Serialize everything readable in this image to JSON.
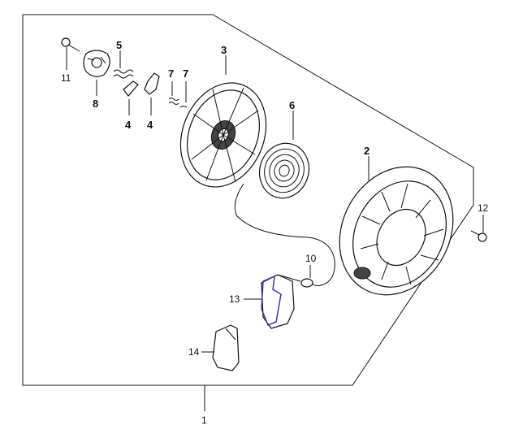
{
  "callouts": {
    "c1": "1",
    "c2": "2",
    "c3": "3",
    "c4a": "4",
    "c4b": "4",
    "c5": "5",
    "c6": "6",
    "c7a": "7",
    "c7b": "7",
    "c8": "8",
    "c10": "10",
    "c11": "11",
    "c12": "12",
    "c13": "13",
    "c14": "14"
  },
  "colors": {
    "line": "#111111",
    "part_fill": "#ffffff",
    "dark_fill": "#444444",
    "highlight": "#3a3aa0"
  }
}
